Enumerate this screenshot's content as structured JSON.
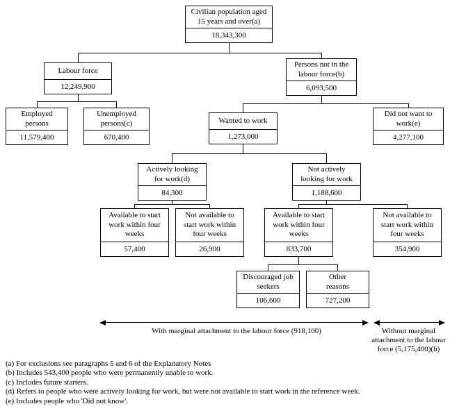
{
  "nodes": {
    "root": {
      "label": "Civilian population aged 15 years and over(a)",
      "value": "18,343,300"
    },
    "labour_force": {
      "label": "Labour force",
      "value": "12,249,900"
    },
    "not_in_labour_force": {
      "label": "Persons not in the labour force(b)",
      "value": "6,093,500"
    },
    "employed": {
      "label": "Employed persons",
      "value": "11,579,400"
    },
    "unemployed": {
      "label": "Unemployed persons(c)",
      "value": "670,400"
    },
    "wanted_to_work": {
      "label": "Wanted to work",
      "value": "1,273,000"
    },
    "did_not_want": {
      "label": "Did not want to work(e)",
      "value": "4,277,100"
    },
    "actively_looking": {
      "label": "Actively looking for work(d)",
      "value": "84,300"
    },
    "not_actively_looking": {
      "label": "Not actively looking for work",
      "value": "1,188,600"
    },
    "available_left": {
      "label": "Available to start work within four weeks",
      "value": "57,400"
    },
    "not_available_left": {
      "label": "Not available to start work within four weeks",
      "value": "26,900"
    },
    "available_right": {
      "label": "Available to start work within four weeks",
      "value": "833,700"
    },
    "not_available_right": {
      "label": "Not available to start work within four weeks",
      "value": "354,900"
    },
    "discouraged": {
      "label": "Discouraged job seekers",
      "value": "106,600"
    },
    "other_reasons": {
      "label": "Other reasons",
      "value": "727,200"
    }
  },
  "annotations": {
    "with_marginal": "With marginal attachment to the labour force (918,100)",
    "without_marginal": "Without marginal attachment to the labour force (5,175,400)(b)"
  },
  "footnotes": [
    "(a) For exclusions see paragraphs 5 and 6 of the Explanatory Notes",
    "(b) Includes 543,400 people who were permanently unable to work.",
    "(c) Includes future starters.",
    "(d) Refers to people who were actively looking for work, but were not available to start work in the reference week.",
    "(e) Includes people who 'Did not know'."
  ]
}
